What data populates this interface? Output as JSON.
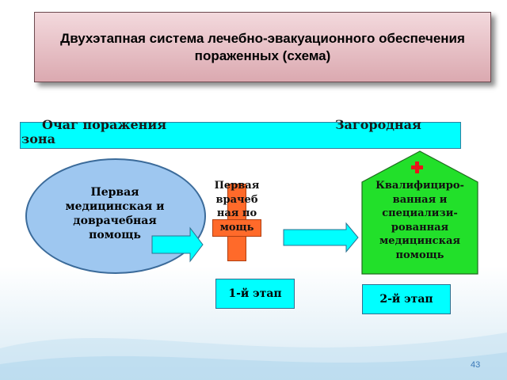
{
  "title": "Двухэтапная система  лечебно-эвакуационного обеспечения пораженных (схема)",
  "band": {
    "left_label": "Очаг поражения",
    "right_label": "Загородная",
    "wrap_label": "зона"
  },
  "oval_label": "Первая медицинская и доврачебная помощь",
  "cross_label": "Первая врачебная помощь",
  "house_label": "Квалифициро-ванная и специализи-рованная медицинская помощь",
  "stage1_label": "1-й этап",
  "stage2_label": "2-й этап",
  "page_number": "43",
  "colors": {
    "title_bg": "#dba9b0",
    "band": "#00ffff",
    "oval": "#9ec7f0",
    "cross": "#ff6a2a",
    "house": "#22e02a",
    "red_cross": "#e8161b"
  }
}
